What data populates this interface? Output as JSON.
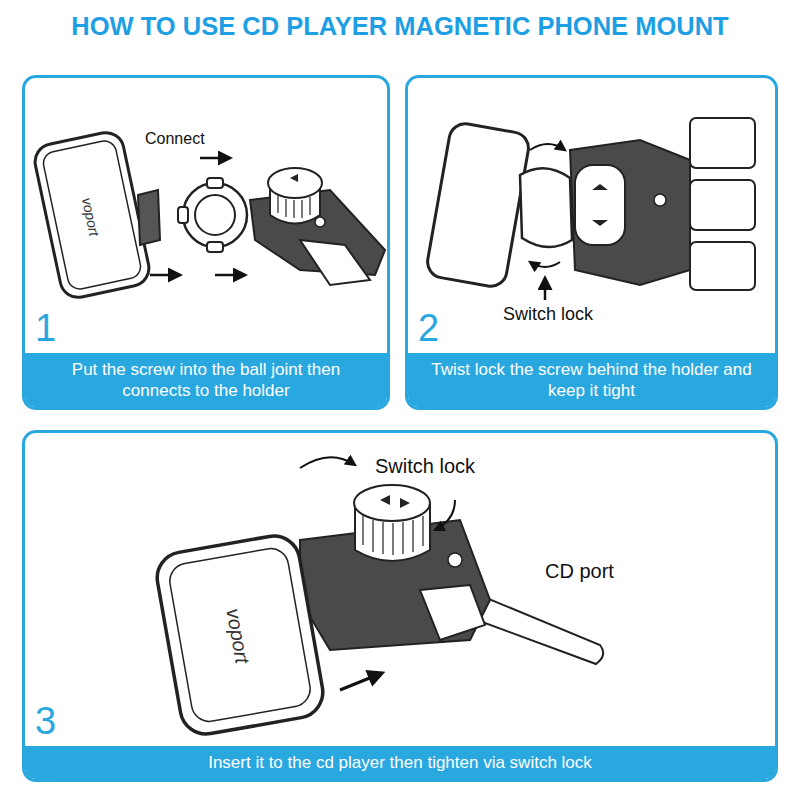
{
  "diagram": {
    "title": "HOW TO USE CD PLAYER MAGNETIC PHONE MOUNT",
    "nodes": [
      {
        "text": [
          "1"
        ]
      },
      {
        "text": [
          "Put the screw into the ball joint then connects to the holder"
        ],
        "in": 0
      },
      {
        "text": [
          "2"
        ]
      },
      {
        "text": [
          "Twist lock the screw behind the holder and keep it tight"
        ],
        "in": 2
      },
      {
        "text": [
          "3"
        ]
      },
      {
        "text": [
          "Insert it to the cd player then tighten via switch lock"
        ],
        "in": 4
      }
    ],
    "labels": [
      "Connect",
      "voport",
      "Switch lock",
      "Switch lock",
      "CD port",
      "voport"
    ]
  }
}
